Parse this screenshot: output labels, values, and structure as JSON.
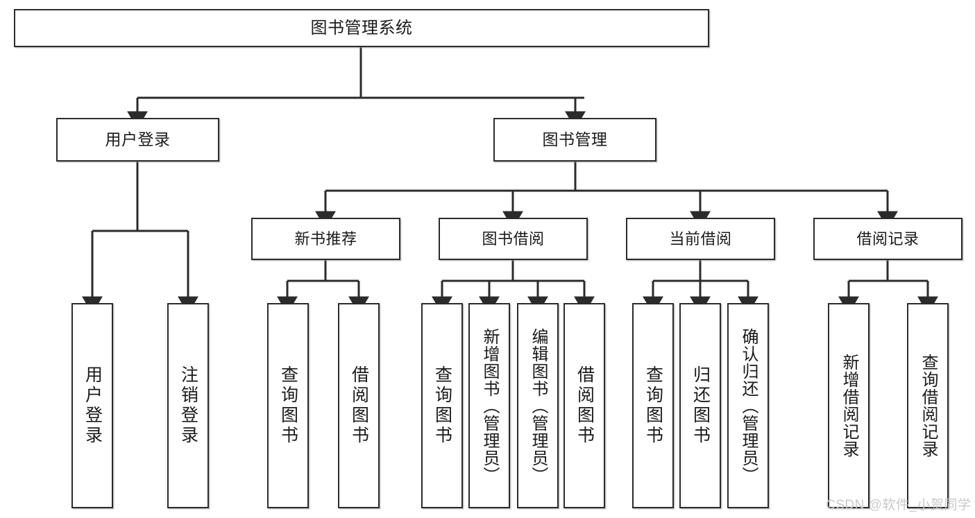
{
  "diagram": {
    "title_node": {
      "label": "图书管理系统"
    },
    "level2": [
      {
        "id": "user-login",
        "label": "用户登录"
      },
      {
        "id": "book-management",
        "label": "图书管理"
      }
    ],
    "level3": [
      {
        "id": "new-book-recommend",
        "label": "新书推荐"
      },
      {
        "id": "book-borrow",
        "label": "图书借阅"
      },
      {
        "id": "current-borrow",
        "label": "当前借阅"
      },
      {
        "id": "borrow-record",
        "label": "借阅记录"
      }
    ],
    "leaves": [
      {
        "id": "leaf-user-login",
        "label": "用户登录",
        "parent": "user-login"
      },
      {
        "id": "leaf-logout-login",
        "label": "注销登录",
        "parent": "user-login"
      },
      {
        "id": "leaf-query-book-1",
        "label": "查询图书",
        "parent": "new-book-recommend"
      },
      {
        "id": "leaf-borrow-book-1",
        "label": "借阅图书",
        "parent": "new-book-recommend"
      },
      {
        "id": "leaf-query-book-2",
        "label": "查询图书",
        "parent": "book-borrow"
      },
      {
        "id": "leaf-add-book-admin",
        "label": "新增图书（管理员）",
        "parent": "book-borrow"
      },
      {
        "id": "leaf-edit-book-admin",
        "label": "编辑图书（管理员）",
        "parent": "book-borrow"
      },
      {
        "id": "leaf-borrow-book-2",
        "label": "借阅图书",
        "parent": "book-borrow"
      },
      {
        "id": "leaf-query-book-3",
        "label": "查询图书",
        "parent": "current-borrow"
      },
      {
        "id": "leaf-return-book",
        "label": "归还图书",
        "parent": "current-borrow"
      },
      {
        "id": "leaf-confirm-return-admin",
        "label": "确认归还（管理员）",
        "parent": "current-borrow"
      },
      {
        "id": "leaf-add-borrow-record",
        "label": "新增借阅记录",
        "parent": "borrow-record"
      },
      {
        "id": "leaf-query-borrow-record",
        "label": "查询借阅记录",
        "parent": "borrow-record"
      }
    ]
  },
  "watermark": {
    "text": "CSDN @软件_小贺同学"
  },
  "colors": {
    "stroke": "#2b2b2b",
    "box_fill": "#ffffff",
    "text": "#1a1a1a",
    "watermark": "#c9c9c9",
    "background": "#ffffff"
  }
}
